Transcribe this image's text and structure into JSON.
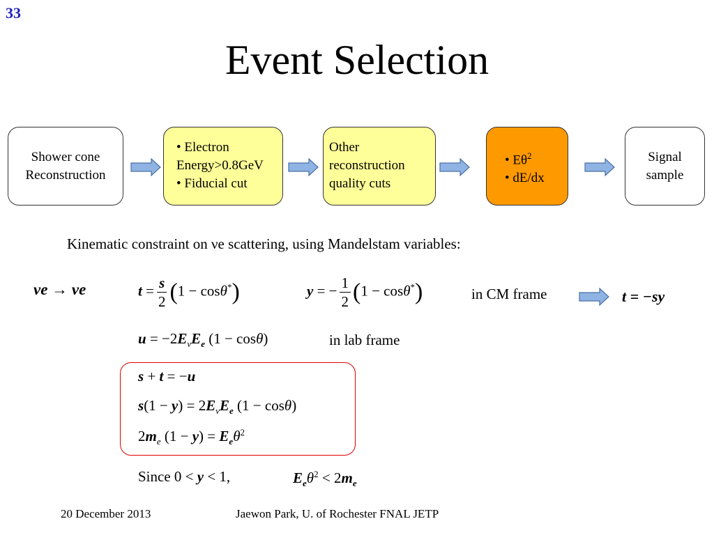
{
  "slide": {
    "number": "33",
    "title": "Event Selection"
  },
  "flow": {
    "box1": [
      "Shower cone",
      "Reconstruction"
    ],
    "box2": [
      "• Electron",
      "Energy>0.8GeV",
      "• Fiducial cut"
    ],
    "box3": [
      "Other",
      "reconstruction",
      "quality cuts"
    ],
    "box4": [
      "• Eθ",
      "2",
      "• dE/dx"
    ],
    "box5": [
      "Signal",
      "sample"
    ]
  },
  "body": {
    "kinematic_text": "Kinematic constraint on νe scattering, using Mandelstam variables:",
    "process": "νe → νe",
    "cm_frame": "in CM frame",
    "lab_frame": "in lab frame",
    "result": "t = −sy",
    "since": "Since"
  },
  "footer": {
    "date": "20 December 2013",
    "author": "Jaewon Park, U. of Rochester  FNAL JETP"
  },
  "colors": {
    "yellow_box": "#ffff99",
    "orange_box": "#ff9900",
    "red_outline": "#e00000",
    "arrow_fill": "#8fb4e3",
    "slide_number": "#1f1fbf"
  }
}
